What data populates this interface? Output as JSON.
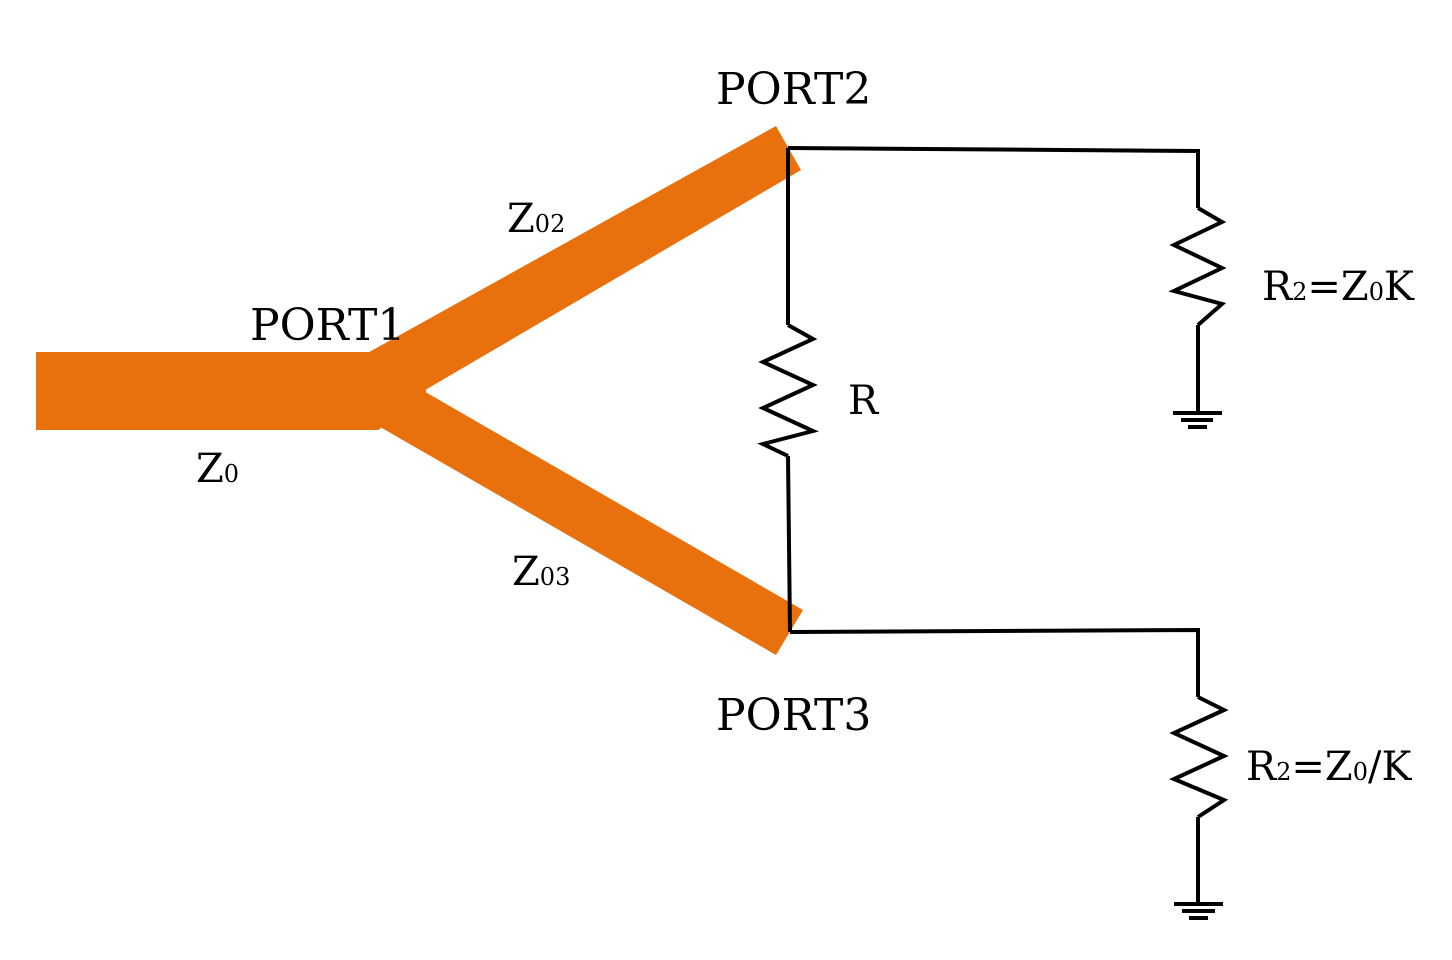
{
  "colors": {
    "trace": "#e8710e",
    "wire": "#000000",
    "background": "#ffffff"
  },
  "labels": {
    "port1": "PORT1",
    "port2": "PORT2",
    "port3": "PORT3",
    "z0_main": "Z",
    "z0_sub": "0",
    "z02_main": "Z",
    "z02_sub": "02",
    "z03_main": "Z",
    "z03_sub": "03",
    "r_iso": "R",
    "r2_top_r": "R",
    "r2_top_sub": "2",
    "r2_top_eq": "=Z",
    "r2_top_sub0": "0",
    "r2_top_end": "K",
    "r2_bot_r": "R",
    "r2_bot_sub": "2",
    "r2_bot_eq": "=Z",
    "r2_bot_sub0": "0",
    "r2_bot_end": "/K"
  },
  "icons": {
    "resistor_isolation": "resistor-icon",
    "resistor_load_top": "resistor-icon",
    "resistor_load_bottom": "resistor-icon",
    "ground_top": "ground-icon",
    "ground_bottom": "ground-icon"
  }
}
